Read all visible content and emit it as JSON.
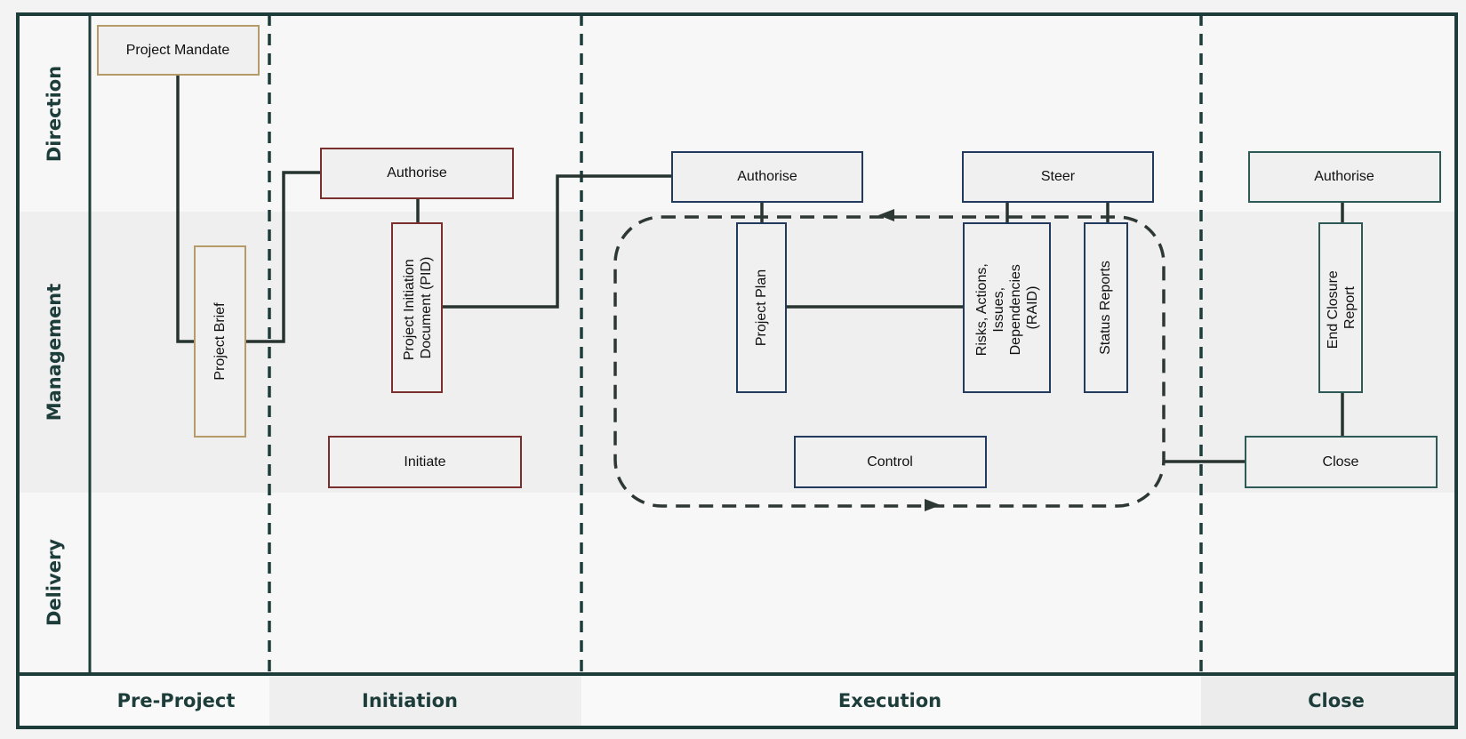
{
  "lanes": {
    "direction": "Direction",
    "management": "Management",
    "delivery": "Delivery"
  },
  "phases": {
    "pre_project": "Pre-Project",
    "initiation": "Initiation",
    "execution": "Execution",
    "close": "Close"
  },
  "boxes": {
    "project_mandate": "Project Mandate",
    "project_brief": "Project Brief",
    "authorise_initiation": "Authorise",
    "pid": [
      "Project Initiation",
      "Document (PID)"
    ],
    "initiate": "Initiate",
    "authorise_execution": "Authorise",
    "steer": "Steer",
    "project_plan": "Project Plan",
    "raid": [
      "Risks, Actions,",
      "Issues,",
      "Dependencies",
      "(RAID)"
    ],
    "status_reports": "Status Reports",
    "control": "Control",
    "authorise_close": "Authorise",
    "end_closure_report": [
      "End Closure",
      "Report"
    ],
    "close": "Close"
  },
  "colors": {
    "frame": "#1d3d3a",
    "pre_project_border": "#b59a6a",
    "initiation_border": "#7a2e2e",
    "execution_border": "#223a5e",
    "close_border": "#2d5a57",
    "box_fill": "#f1f0f0",
    "lane_light": "#f7f7f7",
    "lane_mid": "#efefef"
  }
}
